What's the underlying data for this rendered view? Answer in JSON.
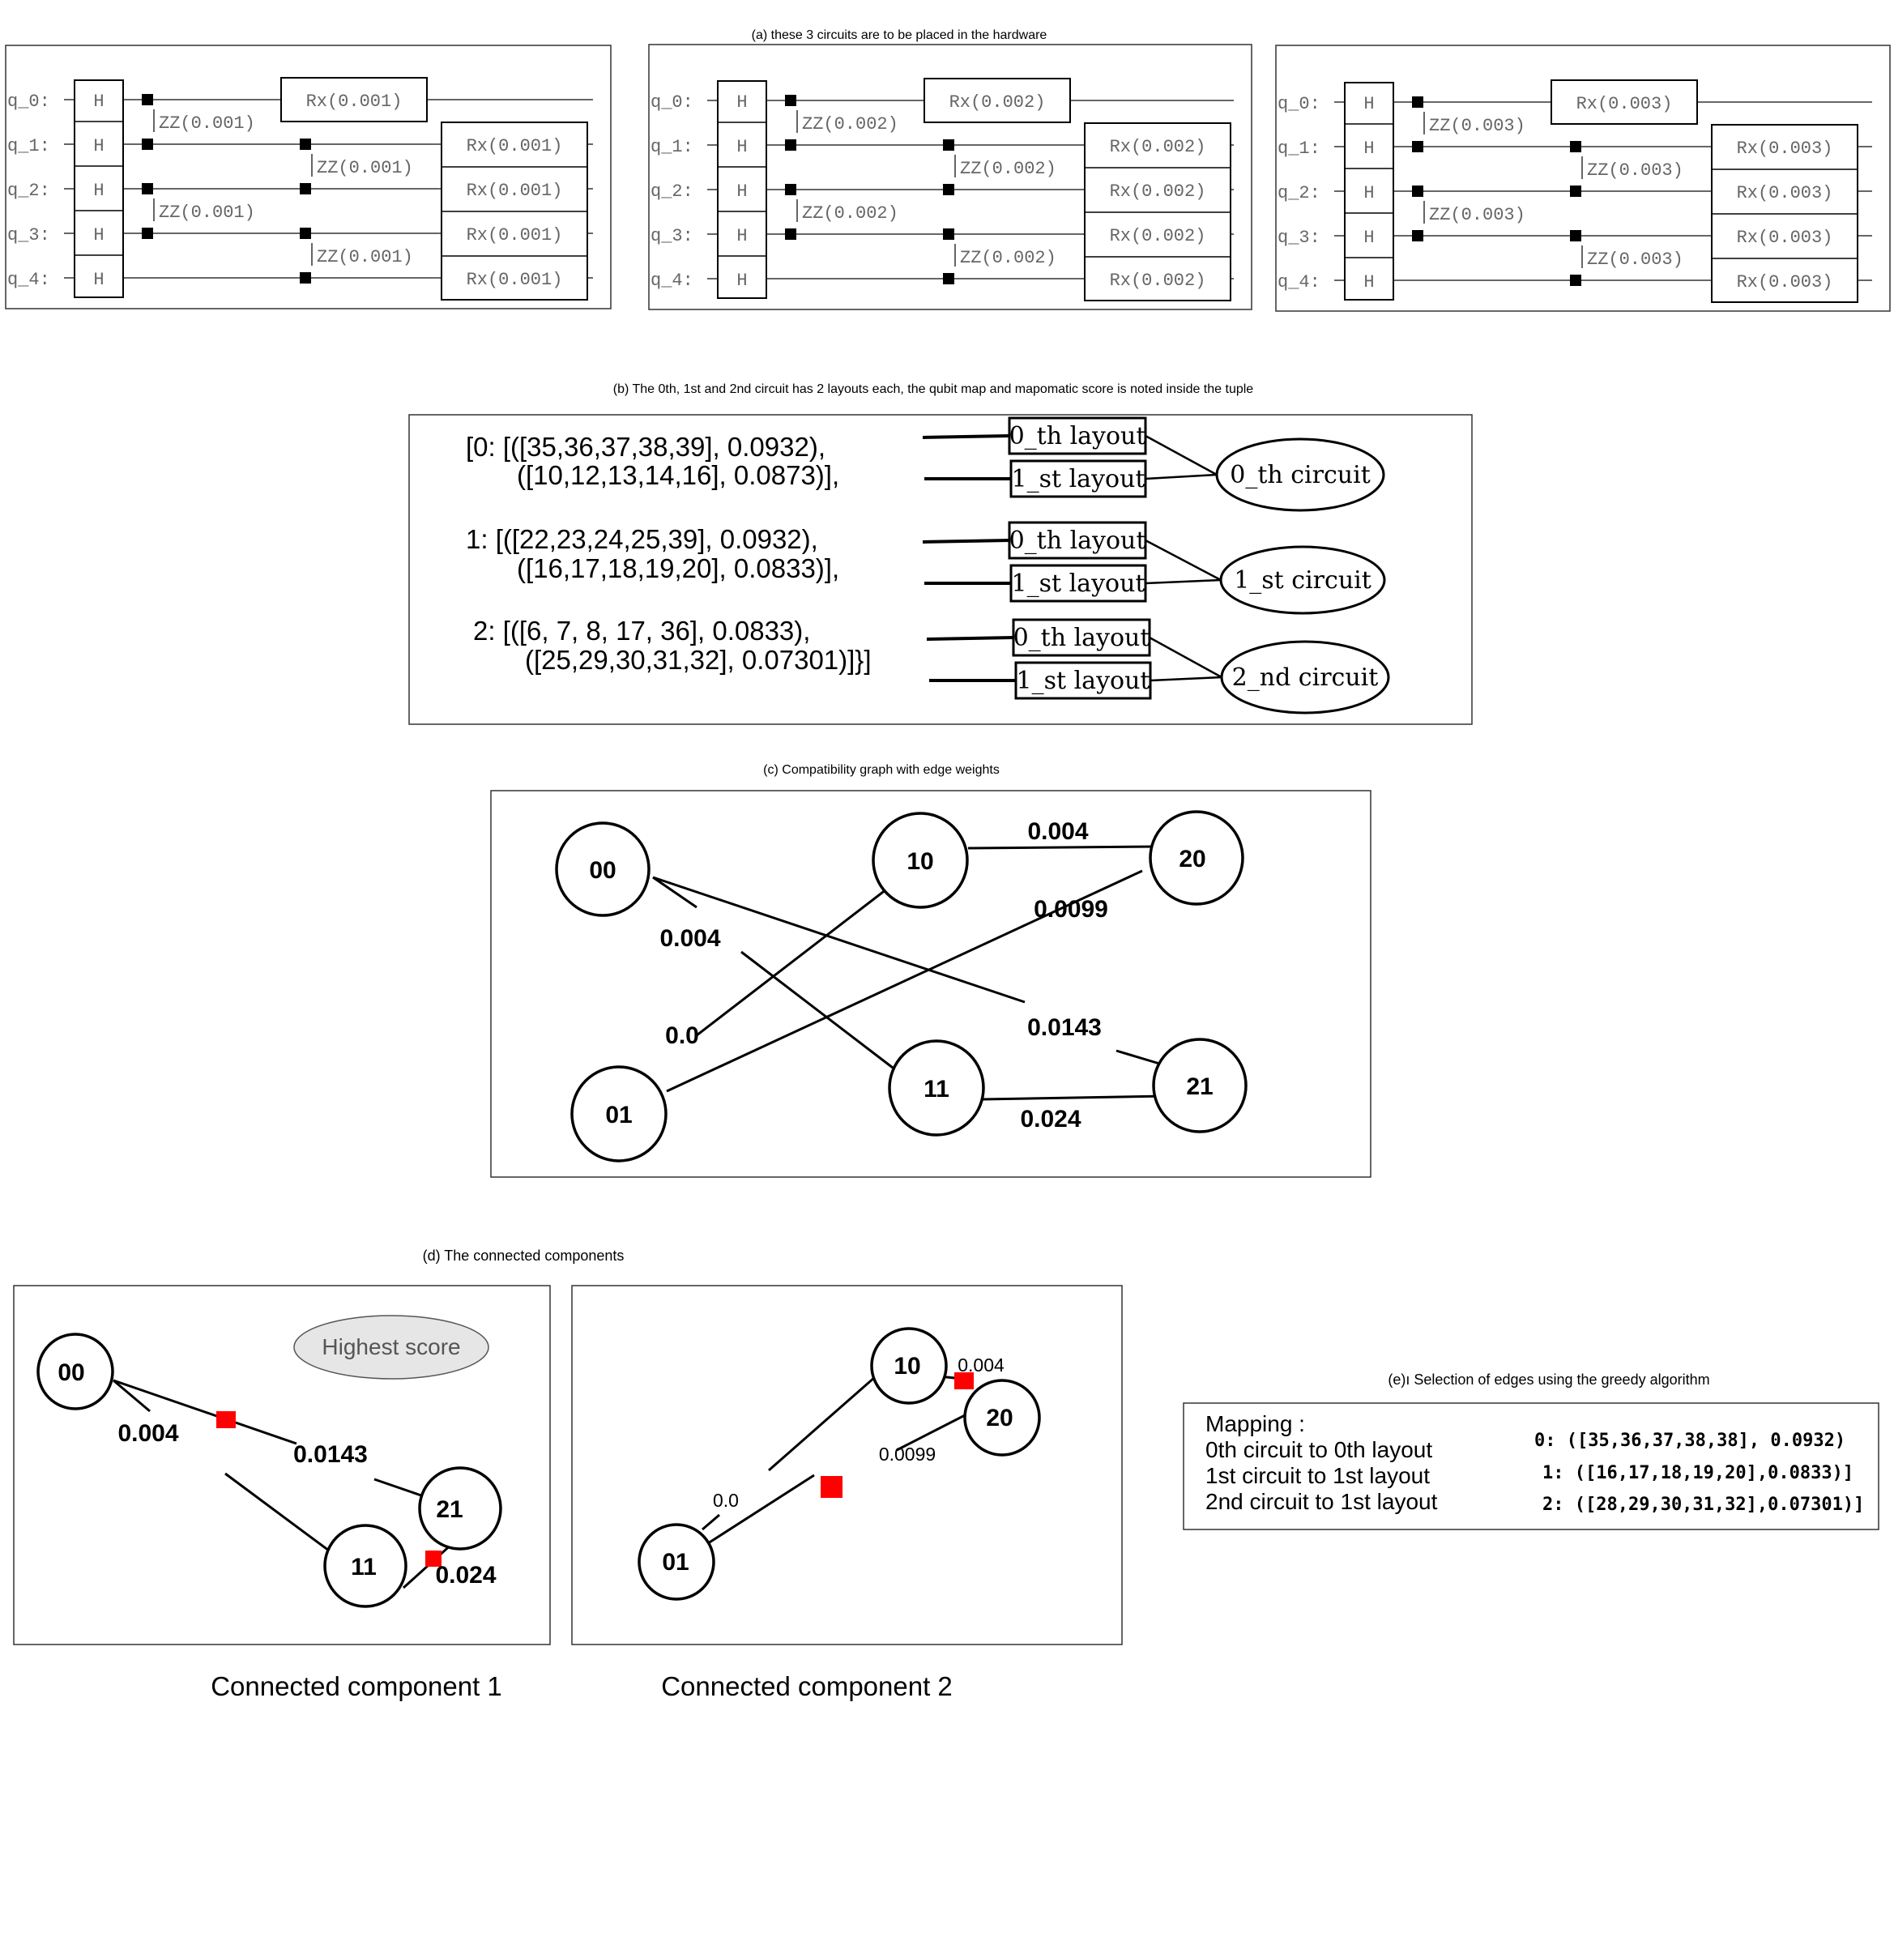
{
  "captions": {
    "a": "(a) these 3 circuits are to be placed in the hardware",
    "b": "(b) The 0th, 1st and 2nd circuit has 2 layouts each, the qubit map and mapomatic score is noted inside the tuple",
    "c": "(c) Compatibility graph with edge weights",
    "d": "(d)  The connected components",
    "e": "(e)ı Selection of edges using the greedy algorithm"
  },
  "circuits": [
    {
      "qubits": [
        "q_0:",
        "q_1:",
        "q_2:",
        "q_3:",
        "q_4:"
      ],
      "h": "H",
      "zz": [
        "ZZ(0.001)",
        "ZZ(0.001)",
        "ZZ(0.001)",
        "ZZ(0.001)"
      ],
      "rx": [
        "Rx(0.001)",
        "Rx(0.001)",
        "Rx(0.001)",
        "Rx(0.001)",
        "Rx(0.001)"
      ]
    },
    {
      "qubits": [
        "q_0:",
        "q_1:",
        "q_2:",
        "q_3:",
        "q_4:"
      ],
      "h": "H",
      "zz": [
        "ZZ(0.002)",
        "ZZ(0.002)",
        "ZZ(0.002)",
        "ZZ(0.002)"
      ],
      "rx": [
        "Rx(0.002)",
        "Rx(0.002)",
        "Rx(0.002)",
        "Rx(0.002)",
        "Rx(0.002)"
      ]
    },
    {
      "qubits": [
        "q_0:",
        "q_1:",
        "q_2:",
        "q_3:",
        "q_4:"
      ],
      "h": "H",
      "zz": [
        "ZZ(0.003)",
        "ZZ(0.003)",
        "ZZ(0.003)",
        "ZZ(0.003)"
      ],
      "rx": [
        "Rx(0.003)",
        "Rx(0.003)",
        "Rx(0.003)",
        "Rx(0.003)",
        "Rx(0.003)"
      ]
    }
  ],
  "layouts": {
    "lines": [
      "[0:  [([35,36,37,38,39],   0.0932),",
      "([10,12,13,14,16],   0.0873)],",
      "1:   [([22,23,24,25,39],    0.0932),",
      "([16,17,18,19,20],   0.0833)],",
      "2:   [([6,  7,  8,  17, 36],    0.0833),",
      "([25,29,30,31,32],    0.07301)]}]"
    ],
    "layout_labels": [
      "0_th layout",
      "1_st layout"
    ],
    "circuit_labels": [
      "0_th circuit",
      "1_st circuit",
      "2_nd circuit"
    ]
  },
  "graph": {
    "nodes": [
      "00",
      "10",
      "20",
      "01",
      "11",
      "21"
    ],
    "weights": [
      "0.004",
      "0.004",
      "0.0099",
      "0.0",
      "0.0143",
      "0.024"
    ]
  },
  "components": {
    "c1": {
      "nodes": [
        "00",
        "21",
        "11"
      ],
      "badge": "Highest score",
      "weights": [
        "0.004",
        "0.0143",
        "0.024"
      ],
      "label": "Connected component 1"
    },
    "c2": {
      "nodes": [
        "10",
        "20",
        "01"
      ],
      "weights": [
        "0.004",
        "0.0099",
        "0.0"
      ],
      "label": "Connected component 2"
    },
    "marker_color": "#ff0000",
    "badge_fill": "#e6e6e6"
  },
  "mapping": {
    "title": "Mapping :",
    "rows": [
      "0th circuit to 0th layout",
      "1st circuit to 1st layout",
      "2nd circuit to 1st layout"
    ],
    "values": [
      "0:  ([35,36,37,38,38],  0.0932)",
      "1:  ([16,17,18,19,20],0.0833)]",
      "2:  ([28,29,30,31,32],0.07301)]"
    ]
  }
}
